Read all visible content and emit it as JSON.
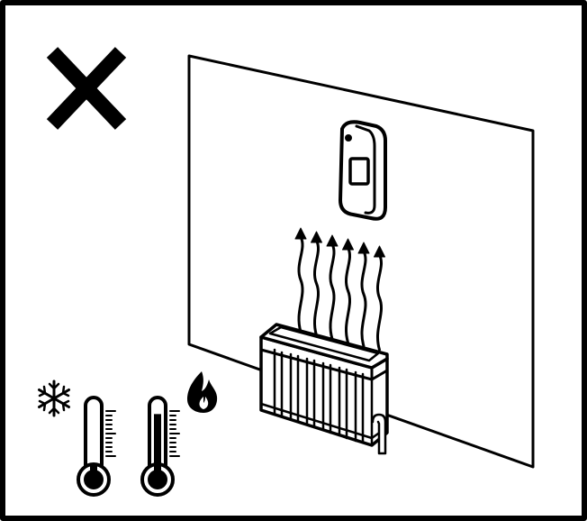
{
  "colors": {
    "ink": "#000000",
    "paper": "#ffffff"
  },
  "icons": {
    "prohibition": "x-mark-icon",
    "wall": "wall-panel",
    "sensor": "motion-detector-icon",
    "heat_waves": "heat-arrow-icon",
    "heater": "radiator-icon",
    "cold": "snowflake-icon",
    "hot": "flame-icon",
    "low_temp": "thermometer-low-icon",
    "high_temp": "thermometer-high-icon"
  },
  "heat_arrow_count": 6,
  "thermometers": [
    {
      "name": "cold",
      "level": 0.05
    },
    {
      "name": "hot",
      "level": 0.85
    }
  ]
}
